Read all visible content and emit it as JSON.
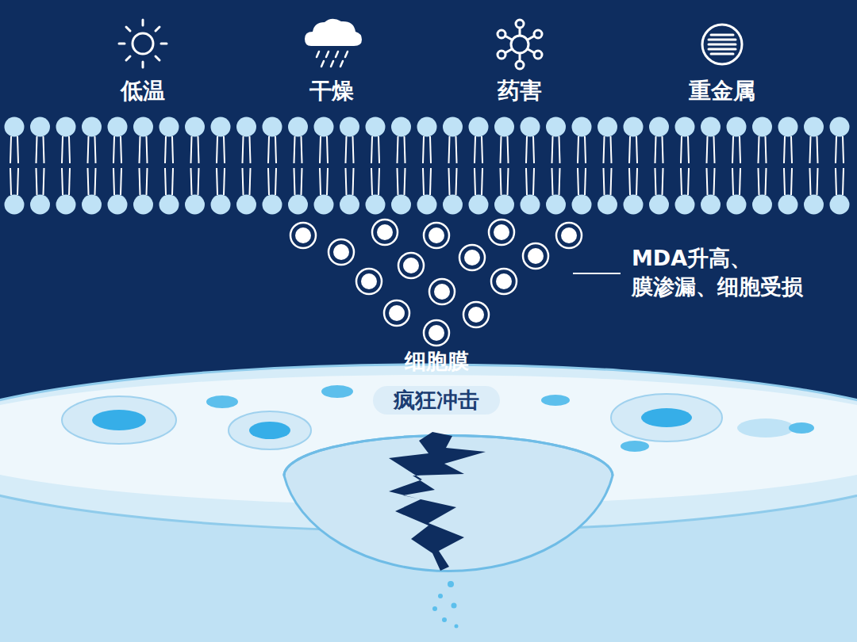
{
  "diagram": {
    "labels": [
      "低温",
      "干燥",
      "药害",
      "重金属",
      "MDA升高、 膜渗漏、细胞受损",
      "细胞膜",
      "疯狂冲击"
    ]
  }
}
